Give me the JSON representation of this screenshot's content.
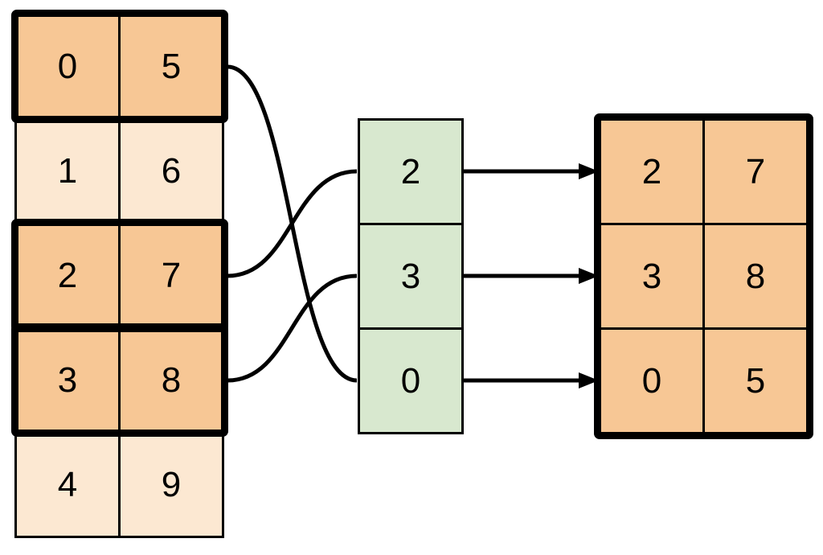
{
  "colors": {
    "background": "#ffffff",
    "highlight_cell": "#f7c795",
    "plain_cell": "#fce8d2",
    "index_cell": "#d8e8cf",
    "result_cell": "#f7c795",
    "line_and_border": "#000000"
  },
  "source_table": {
    "rows": [
      {
        "highlighted": true,
        "cells": [
          "0",
          "5"
        ]
      },
      {
        "highlighted": false,
        "cells": [
          "1",
          "6"
        ]
      },
      {
        "highlighted": true,
        "cells": [
          "2",
          "7"
        ]
      },
      {
        "highlighted": true,
        "cells": [
          "3",
          "8"
        ]
      },
      {
        "highlighted": false,
        "cells": [
          "4",
          "9"
        ]
      }
    ]
  },
  "index_column": {
    "cells": [
      "2",
      "3",
      "0"
    ]
  },
  "result_table": {
    "rows": [
      {
        "cells": [
          "2",
          "7"
        ]
      },
      {
        "cells": [
          "3",
          "8"
        ]
      },
      {
        "cells": [
          "0",
          "5"
        ]
      }
    ]
  },
  "connections": {
    "curves": [
      {
        "from_source_row": "0 5",
        "to_index_value": "0"
      },
      {
        "from_source_row": "2 7",
        "to_index_value": "2"
      },
      {
        "from_source_row": "3 8",
        "to_index_value": "3"
      }
    ],
    "arrows": [
      {
        "from_index_value": "2",
        "to_result_row": "2 7"
      },
      {
        "from_index_value": "3",
        "to_result_row": "3 8"
      },
      {
        "from_index_value": "0",
        "to_result_row": "0 5"
      }
    ]
  }
}
